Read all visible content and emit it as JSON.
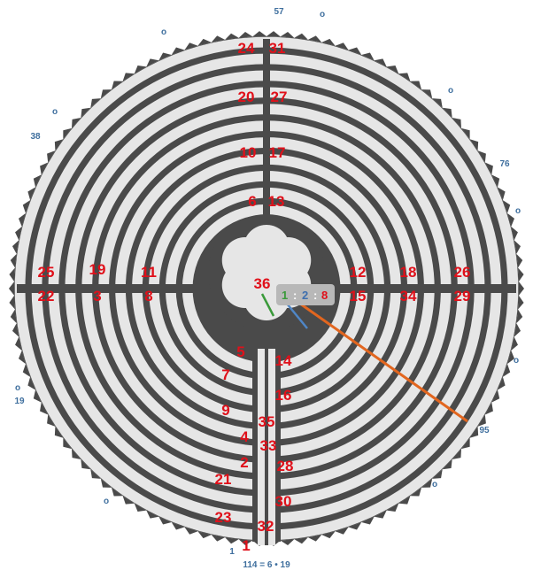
{
  "colors": {
    "wall": "#4a4a4a",
    "path": "#e6e6e6",
    "number": "#e0101a",
    "outer_label": "#3f6f9e",
    "line_green": "#3a9a3a",
    "line_blue": "#4f86c6",
    "line_orange": "#e2661f",
    "ratio_box": "#b8b8b8"
  },
  "icons": [
    "rosette-icon",
    "lunation-tooth-icon"
  ],
  "numbers": {
    "n24": "24",
    "n31": "31",
    "n20": "20",
    "n27": "27",
    "n10": "10",
    "n17": "17",
    "n6": "6",
    "n13": "13",
    "n25": "25",
    "n22": "22",
    "n19": "19",
    "n3": "3",
    "n11": "11",
    "n8": "8",
    "n12": "12",
    "n15": "15",
    "n18": "18",
    "n34": "34",
    "n26": "26",
    "n29": "29",
    "n36": "36",
    "n5": "5",
    "n7": "7",
    "n9": "9",
    "n4": "4",
    "n2": "2",
    "n21": "21",
    "n23": "23",
    "n1": "1",
    "n14": "14",
    "n16": "16",
    "n35": "35",
    "n33": "33",
    "n28": "28",
    "n30": "30",
    "n32": "32"
  },
  "outer_labels": {
    "top": "57",
    "left": "38",
    "right": "76",
    "lower_left": "19",
    "lower_right": "95",
    "bottom_one": "1",
    "marker": "o"
  },
  "ratio": {
    "a": "1",
    "sep1": ":",
    "b": "2",
    "sep2": ":",
    "c": "8"
  },
  "equation": "114 = 6 • 19"
}
